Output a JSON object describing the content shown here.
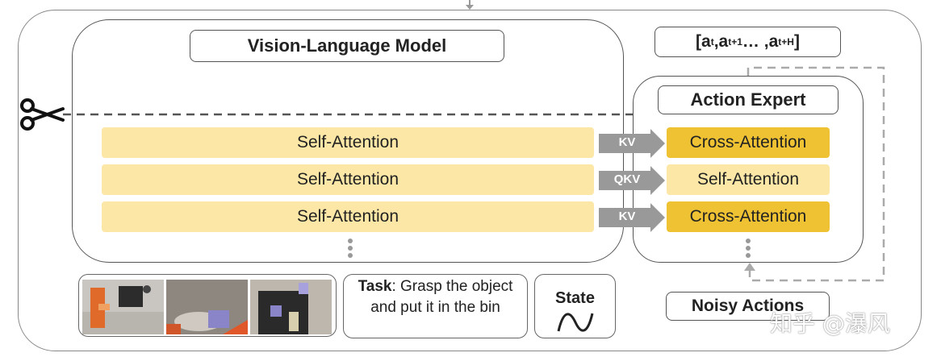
{
  "vlm": {
    "title": "Vision-Language Model"
  },
  "vlm_layers": [
    "Self-Attention",
    "Self-Attention",
    "Self-Attention"
  ],
  "connectors": [
    "KV",
    "QKV",
    "KV"
  ],
  "action_expert": {
    "title": "Action Expert",
    "layers": [
      "Cross-Attention",
      "Self-Attention",
      "Cross-Attention"
    ]
  },
  "output": {
    "prefix": "[a",
    "sub1": "t",
    "mid1": " ,a",
    "sub2": "t+1",
    "mid2": " … ,a",
    "sub3": "t+H",
    "suffix": "]"
  },
  "task": {
    "bold": "Task",
    "text": ": Grasp the object and put it in the bin"
  },
  "state": {
    "label": "State"
  },
  "noisy": {
    "label": "Noisy Actions"
  },
  "watermark": "知乎 @瀑风",
  "icons": {
    "scissors": "scissors-icon"
  },
  "colors": {
    "self_attention": "#fce7a6",
    "cross_attention": "#eec233",
    "connector": "#999999"
  }
}
